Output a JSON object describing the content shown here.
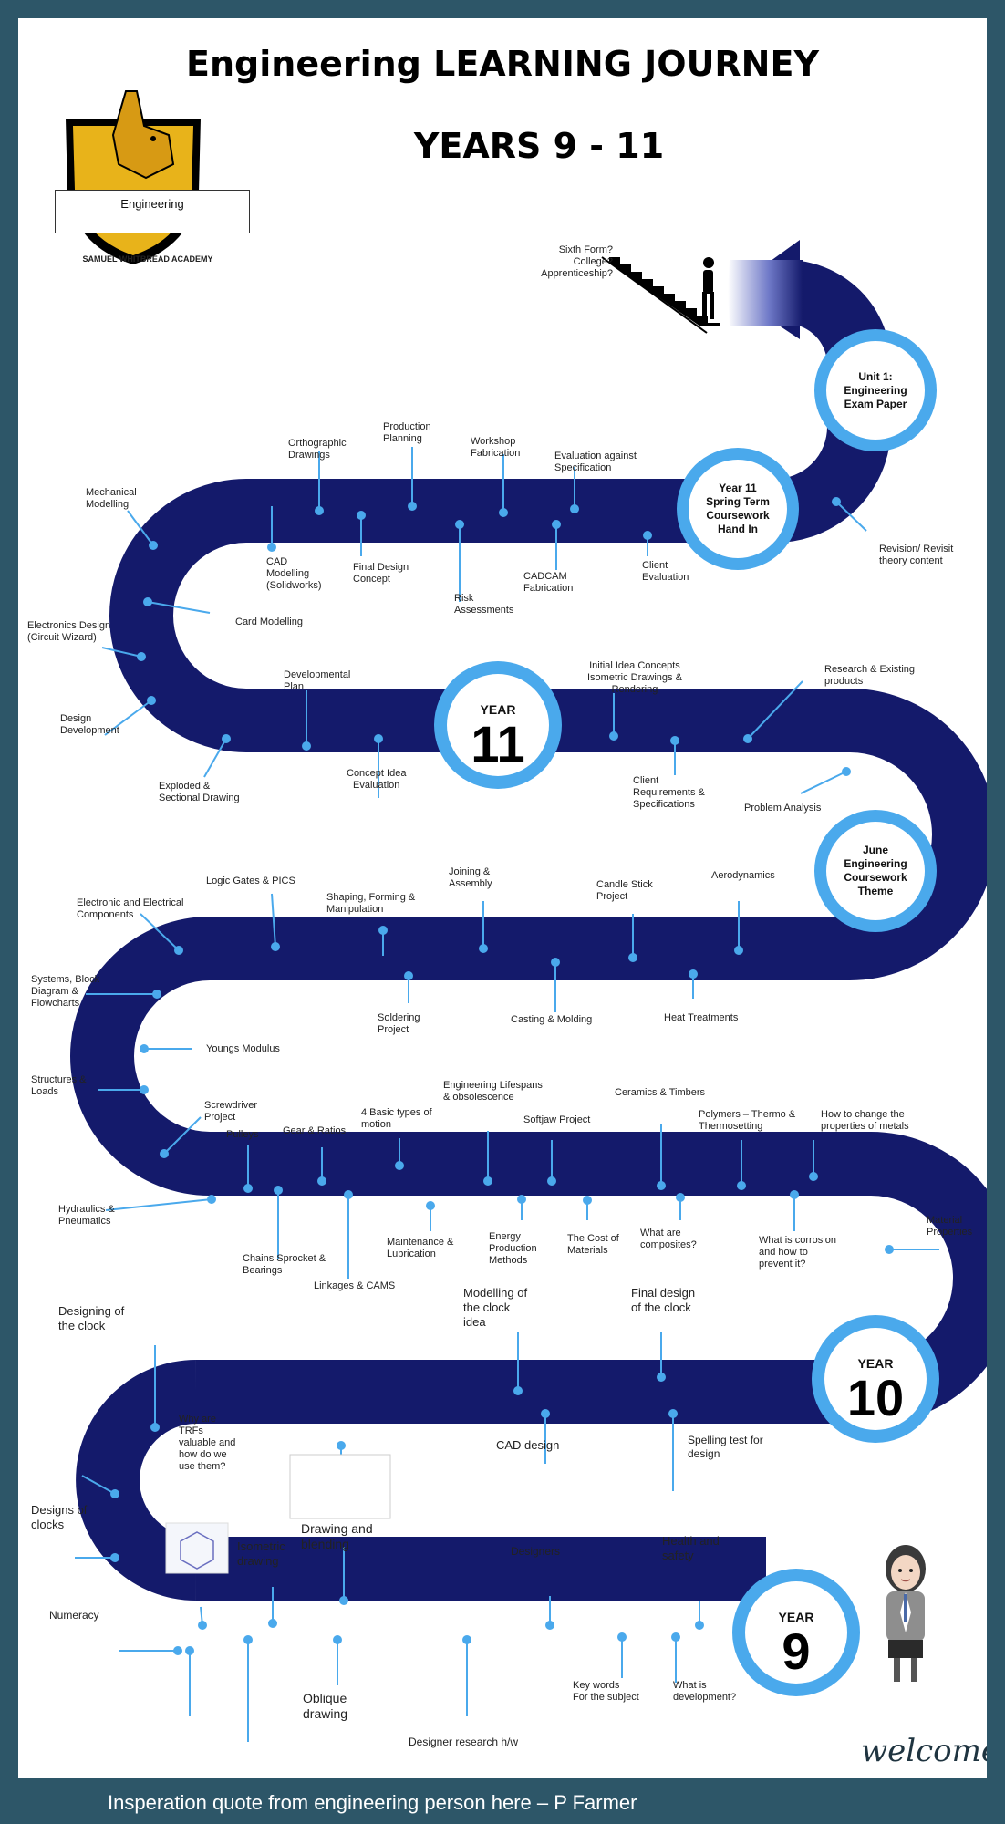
{
  "header": {
    "title": "Engineering LEARNING JOURNEY",
    "subtitle": "YEARS 9 - 11"
  },
  "crest": {
    "label": "Engineering",
    "motto": "SAMUEL WHITBREAD ACADEMY"
  },
  "next_steps": "Sixth Form?\nCollege?\nApprenticeship?",
  "milestones": {
    "unit1": "Unit 1:\nEngineering\nExam Paper",
    "spring": "Year 11\nSpring Term\nCoursework\nHand In",
    "june": "June\nEngineering\nCoursework\nTheme"
  },
  "years": {
    "word": "YEAR",
    "y11": "11",
    "y10": "10",
    "y9": "9"
  },
  "topics_year11": {
    "production_planning": "Production\nPlanning",
    "orthographic": "Orthographic\nDrawings",
    "workshop": "Workshop\nFabrication",
    "evaluation_spec": "Evaluation against\nSpecification",
    "mechanical": "Mechanical\nModelling",
    "cad_modelling": "CAD\nModelling\n(Solidworks)",
    "final_design_concept": "Final Design\nConcept",
    "risk": "Risk\nAssessments",
    "cadcam": "CADCAM\nFabrication",
    "client_eval": "Client\nEvaluation",
    "revision": "Revision/ Revisit\ntheory content",
    "card_modelling": "Card Modelling",
    "electronics_design": "Electronics Design\n(Circuit Wizard)",
    "developmental_plan": "Developmental\nPlan",
    "initial_idea": "Initial Idea Concepts\nIsometric Drawings &\nRendering",
    "research_existing": "Research & Existing\nproducts",
    "design_development": "Design\nDevelopment",
    "exploded": "Exploded &\nSectional Drawing",
    "concept_idea_eval": "Concept Idea\nEvaluation",
    "client_requirements": "Client\nRequirements &\nSpecifications",
    "problem_analysis": "Problem Analysis"
  },
  "topics_year10": {
    "logic_gates": "Logic Gates & PICS",
    "joining": "Joining &\nAssembly",
    "candle": "Candle Stick\nProject",
    "aerodynamics": "Aerodynamics",
    "electronic_components": "Electronic and Electrical\nComponents",
    "shaping": "Shaping, Forming &\nManipulation",
    "systems": "Systems, Block\nDiagram &\nFlowcharts",
    "soldering": "Soldering\nProject",
    "casting": "Casting & Molding",
    "heat": "Heat Treatments",
    "youngs": "Youngs Modulus",
    "structures": "Structures &\nLoads",
    "screwdriver": "Screwdriver\nProject",
    "pulleys": "Pulleys",
    "gear": "Gear & Ratios",
    "motion": "4 Basic types of\nmotion",
    "lifespans": "Engineering Lifespans\n& obsolescence",
    "softjaw": "Softjaw Project",
    "ceramics": "Ceramics & Timbers",
    "polymers": "Polymers – Thermo &\nThermosetting",
    "metals": "How to change the\nproperties of metals",
    "hydraulics": "Hydraulics &\nPneumatics",
    "material_props": "Material\nProperties",
    "chains": "Chains Sprocket &\nBearings",
    "linkages": "Linkages & CAMS",
    "maintenance": "Maintenance &\nLubrication",
    "energy": "Energy\nProduction\nMethods",
    "cost": "The Cost of\nMaterials",
    "composites": "What are\ncomposites?",
    "corrosion": "What is corrosion\nand how to\nprevent it?"
  },
  "topics_year9": {
    "designing_clock": "Designing of\nthe clock",
    "modelling_clock": "Modelling of\nthe clock\nidea",
    "final_design_clock": "Final design\nof the clock",
    "trfs": "Why are\nTRFs\nvaluable and\nhow do we\nuse them?",
    "cad_design": "CAD design",
    "spelling": "Spelling test for\ndesign",
    "drawing_blending": "Drawing and\nblending",
    "designs_clocks": "Designs of\nclocks",
    "isometric": "Isometric\ndrawing",
    "designers": "Designers",
    "health": "Health and\nsafety",
    "numeracy": "Numeracy",
    "oblique": "Oblique\ndrawing",
    "research_hw": "Designer research h/w",
    "key_words": "Key words\nFor the subject",
    "what_is_dev": "What is\ndevelopment?"
  },
  "welcome": "welcome",
  "footer": {
    "quote": "Insperation quote from engineering person here – P Farmer"
  },
  "colors": {
    "road": "#141a6b",
    "accent": "#4aa9ec",
    "frame": "#2d5668"
  }
}
